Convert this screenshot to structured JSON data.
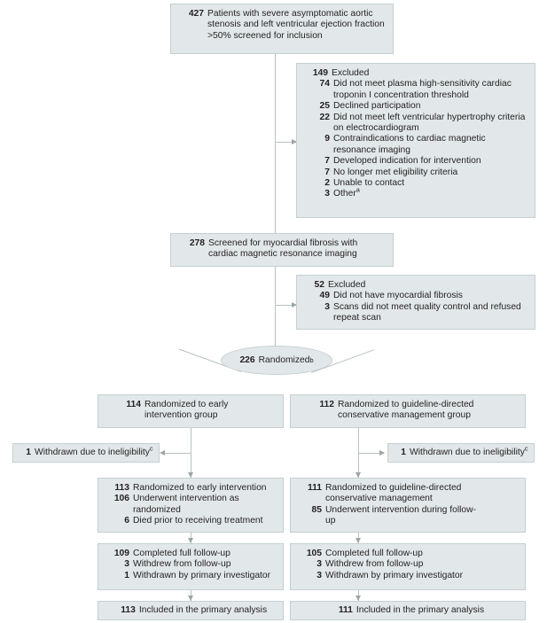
{
  "diagram": {
    "type": "consort-flow-diagram",
    "colors": {
      "box_fill": "#e2e8e9",
      "box_border": "#c5cfd1",
      "connector": "#b9c2c4",
      "text": "#231f20"
    },
    "nodes": {
      "screened": {
        "num": "427",
        "text": "Patients with severe asymptomatic aortic stenosis and left ventricular ejection fraction >50% screened for inclusion"
      },
      "excluded_1": {
        "header_num": "149",
        "header_text": "Excluded",
        "items": [
          {
            "num": "74",
            "text": "Did not meet plasma high-sensitivity cardiac troponin I concentration threshold"
          },
          {
            "num": "25",
            "text": "Declined participation"
          },
          {
            "num": "22",
            "text": "Did not meet left ventricular hypertrophy criteria on electrocardiogram"
          },
          {
            "num": "9",
            "text": "Contraindications to cardiac magnetic resonance imaging"
          },
          {
            "num": "7",
            "text": "Developed indication for intervention"
          },
          {
            "num": "7",
            "text": "No longer met eligibility criteria"
          },
          {
            "num": "2",
            "text": "Unable to contact"
          },
          {
            "num": "3",
            "text": "Other",
            "sup": "a"
          }
        ]
      },
      "screened_cmr": {
        "num": "278",
        "text": "Screened for myocardial fibrosis with cardiac magnetic resonance imaging"
      },
      "excluded_2": {
        "header_num": "52",
        "header_text": "Excluded",
        "items": [
          {
            "num": "49",
            "text": "Did not have myocardial fibrosis"
          },
          {
            "num": "3",
            "text": "Scans did not meet quality control and refused repeat scan"
          }
        ]
      },
      "randomized": {
        "num": "226",
        "text": "Randomized",
        "sup": "b"
      },
      "left_allocation": {
        "num": "114",
        "text": "Randomized to early intervention group"
      },
      "right_allocation": {
        "num": "112",
        "text": "Randomized to guideline-directed conservative management group"
      },
      "left_withdrawn": {
        "num": "1",
        "text": "Withdrawn due to ineligibility",
        "sup": "c"
      },
      "right_withdrawn": {
        "num": "1",
        "text": "Withdrawn due to ineligibility",
        "sup": "c"
      },
      "left_intervention": {
        "items": [
          {
            "num": "113",
            "text": "Randomized to early intervention"
          },
          {
            "num": "106",
            "text": "Underwent intervention as randomized"
          },
          {
            "num": "6",
            "text": "Died prior to receiving treatment"
          }
        ]
      },
      "right_intervention": {
        "items": [
          {
            "num": "111",
            "text": "Randomized to guideline-directed conservative management"
          },
          {
            "num": "85",
            "text": "Underwent intervention during follow-up"
          }
        ]
      },
      "left_followup": {
        "items": [
          {
            "num": "109",
            "text": "Completed full follow-up"
          },
          {
            "num": "3",
            "text": "Withdrew from follow-up"
          },
          {
            "num": "1",
            "text": "Withdrawn by primary investigator"
          }
        ]
      },
      "right_followup": {
        "items": [
          {
            "num": "105",
            "text": "Completed full follow-up"
          },
          {
            "num": "3",
            "text": "Withdrew from follow-up"
          },
          {
            "num": "3",
            "text": "Withdrawn by primary investigator"
          }
        ]
      },
      "left_analysis": {
        "num": "113",
        "text": "Included in the primary analysis"
      },
      "right_analysis": {
        "num": "111",
        "text": "Included in the primary analysis"
      }
    }
  }
}
